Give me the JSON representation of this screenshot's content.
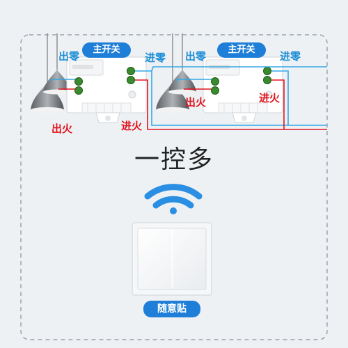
{
  "modules": [
    {
      "title": "主开关",
      "out_neutral": "出零",
      "in_neutral": "进零",
      "out_live": "出火",
      "in_live": "进火"
    },
    {
      "title": "主开关",
      "out_neutral": "出零",
      "in_neutral": "进零",
      "out_live": "出火",
      "in_live": "进火"
    }
  ],
  "headline": "一控多",
  "remote_label": "随意贴",
  "colors": {
    "accent_blue": "#1f7fd8",
    "neutral_wire": "#35a8e6",
    "live_wire": "#e0141e"
  },
  "icons": [
    "pendant-lamp-icon",
    "wifi-signal-icon"
  ]
}
